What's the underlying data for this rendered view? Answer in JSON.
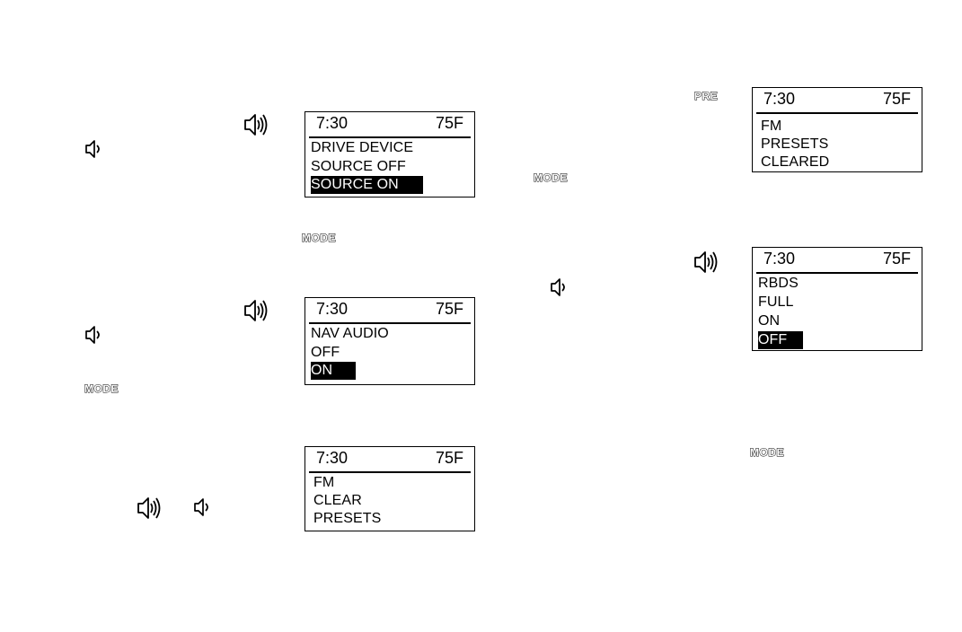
{
  "displays": {
    "drive_device": {
      "time": "7:30",
      "temp": "75F",
      "lines": [
        "DRIVE DEVICE",
        "SOURCE OFF",
        "SOURCE ON"
      ]
    },
    "nav_audio": {
      "time": "7:30",
      "temp": "75F",
      "lines": [
        "NAV AUDIO",
        "OFF",
        "ON"
      ]
    },
    "clear_presets": {
      "time": "7:30",
      "temp": "75F",
      "lines": [
        "FM",
        "CLEAR",
        "PRESETS"
      ]
    },
    "presets_cleared": {
      "time": "7:30",
      "temp": "75F",
      "lines": [
        "FM",
        "PRESETS",
        "CLEARED"
      ]
    },
    "rbds": {
      "time": "7:30",
      "temp": "75F",
      "lines": [
        "RBDS",
        "FULL",
        "ON",
        "OFF"
      ]
    }
  },
  "buttons": {
    "mode": "MODE",
    "pre": "PRE"
  },
  "icons": {
    "volume_up": "speaker-volume-up-icon",
    "volume_down": "speaker-volume-down-icon"
  }
}
